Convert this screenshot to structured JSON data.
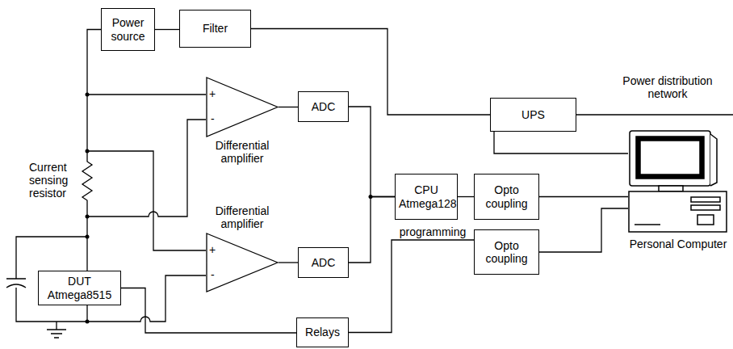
{
  "diagram": {
    "nodes": [
      {
        "text": [
          "Power source"
        ]
      },
      {
        "text": [
          "Filter"
        ]
      },
      {
        "text": [
          "Differential amplifier"
        ]
      },
      {
        "text": [
          "ADC"
        ]
      },
      {
        "text": [
          "UPS"
        ]
      },
      {
        "text": [
          "Personal Computer"
        ]
      },
      {
        "text": [
          "CPU Atmega128"
        ]
      },
      {
        "text": [
          "Opto coupling"
        ]
      },
      {
        "text": [
          "Differential amplifier"
        ]
      },
      {
        "text": [
          "Opto coupling"
        ]
      },
      {
        "text": [
          "DUT Atmega8515"
        ]
      },
      {
        "text": [
          "ADC"
        ]
      },
      {
        "text": [
          "Relays"
        ]
      }
    ],
    "edges": [
      {
        "from": 0,
        "to": 1,
        "arrow": "none"
      },
      {
        "from": 1,
        "to": 4,
        "arrow": "none"
      },
      {
        "from": 2,
        "to": 3,
        "arrow": "none"
      },
      {
        "from": 3,
        "to": 6,
        "arrow": "none"
      },
      {
        "from": 8,
        "to": 11,
        "arrow": "none"
      },
      {
        "from": 11,
        "to": 6,
        "arrow": "none"
      },
      {
        "from": 6,
        "to": 7,
        "arrow": "none"
      },
      {
        "from": 7,
        "to": 5,
        "arrow": "none"
      },
      {
        "from": 9,
        "to": 5,
        "arrow": "none"
      },
      {
        "from": 12,
        "to": 9,
        "label": "programming",
        "arrow": "none"
      },
      {
        "from": 10,
        "to": 12,
        "arrow": "none"
      },
      {
        "from": 4,
        "to": 5,
        "arrow": "none"
      }
    ],
    "labels": [
      "Power distribution network",
      "Current sensing resistor",
      "+",
      "-",
      "+",
      "-"
    ]
  }
}
